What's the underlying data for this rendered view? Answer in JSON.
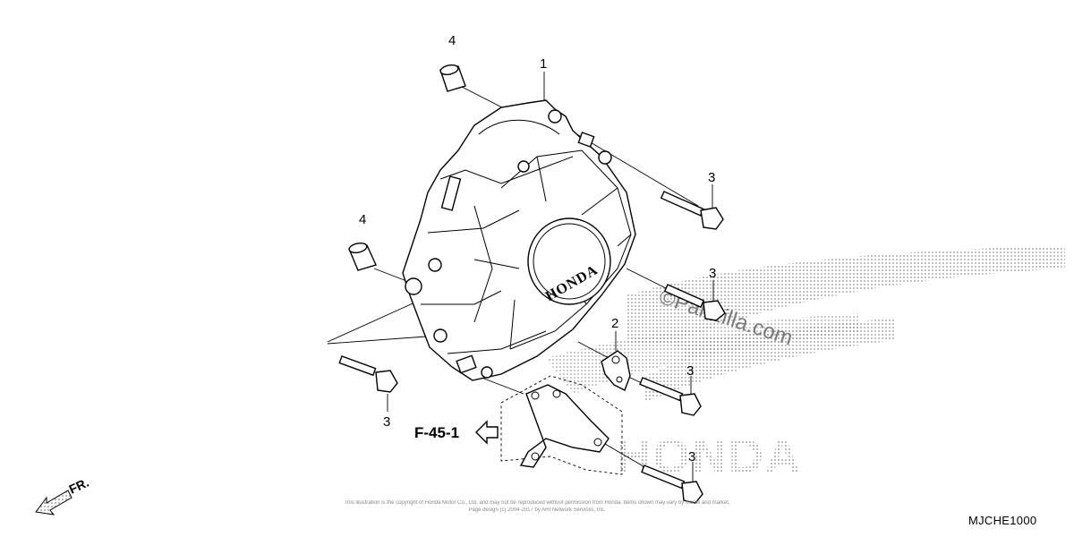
{
  "callouts": [
    {
      "id": "c1",
      "text": "1"
    },
    {
      "id": "c2",
      "text": "2"
    },
    {
      "id": "c3a",
      "text": "3"
    },
    {
      "id": "c3b",
      "text": "3"
    },
    {
      "id": "c3c",
      "text": "3"
    },
    {
      "id": "c3d",
      "text": "3"
    },
    {
      "id": "c3e",
      "text": "3"
    },
    {
      "id": "c4a",
      "text": "4"
    },
    {
      "id": "c4b",
      "text": "4"
    }
  ],
  "reference": {
    "label": "F-45-1"
  },
  "front_indicator": {
    "label": "FR."
  },
  "cover_logo": {
    "text": "HONDA"
  },
  "diagram_code": "MJCHE1000",
  "watermark": {
    "site": "©Partzilla.com",
    "brand": "HONDA"
  },
  "fine_print": {
    "line1": "This illustration is the copyright of Honda Motor Co., Ltd. and may not be reproduced without permission from Honda. Items shown may vary by model and market.",
    "line2": "Page design (c) 2004-2017 by ARI Network Services, Inc."
  },
  "colors": {
    "line": "#000000",
    "background": "#ffffff",
    "watermark": "#8a8a8a"
  }
}
